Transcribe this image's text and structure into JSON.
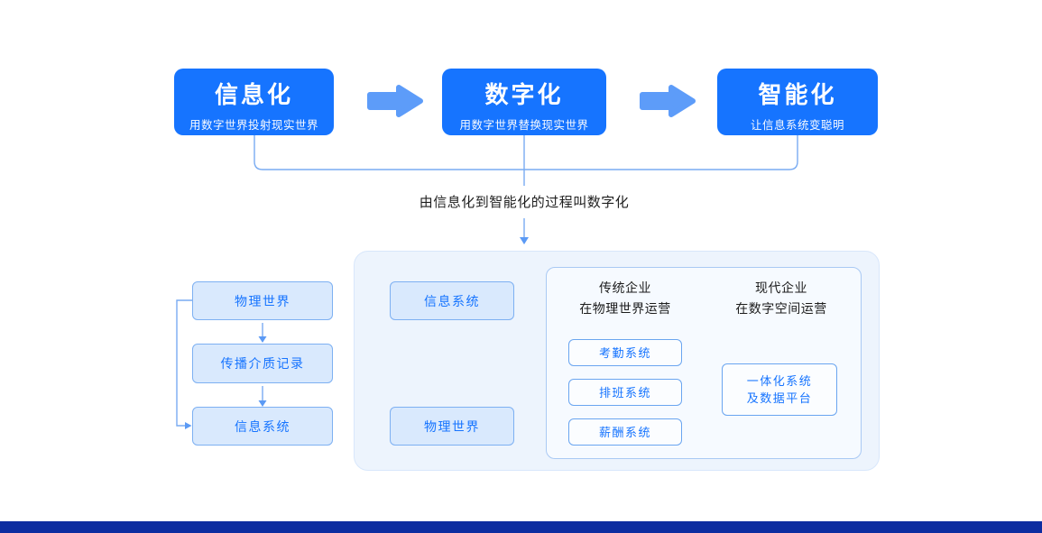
{
  "colors": {
    "primary": "#1674ff",
    "arrow": "#5d9cf9",
    "footer": "#0d2da0",
    "light_box_bg": "#d9e9fd",
    "light_box_border": "#7db0f2",
    "panel_bg": "#edf4fd",
    "inner_panel_bg": "#f6faff"
  },
  "stages": [
    {
      "title": "信息化",
      "subtitle": "用数字世界投射现实世界"
    },
    {
      "title": "数字化",
      "subtitle": "用数字世界替换现实世界"
    },
    {
      "title": "智能化",
      "subtitle": "让信息系统变聪明"
    }
  ],
  "process_note": "由信息化到智能化的过程叫数字化",
  "left_flow": {
    "box1": "物理世界",
    "box2": "传播介质记录",
    "box3": "信息系统"
  },
  "panel": {
    "flow_top": "信息系统",
    "flow_bottom": "物理世界",
    "columns": [
      {
        "header_line1": "传统企业",
        "header_line2": "在物理世界运营",
        "systems": [
          "考勤系统",
          "排班系统",
          "薪酬系统"
        ]
      },
      {
        "header_line1": "现代企业",
        "header_line2": "在数字空间运营",
        "platform_line1": "一体化系统",
        "platform_line2": "及数据平台"
      }
    ]
  },
  "icons": {
    "stage_arrow": "block-arrow-right",
    "flow_arrow": "thin-arrow-down",
    "transform_down": "gradient-arrow-down",
    "transform_right": "gradient-arrow-right"
  }
}
